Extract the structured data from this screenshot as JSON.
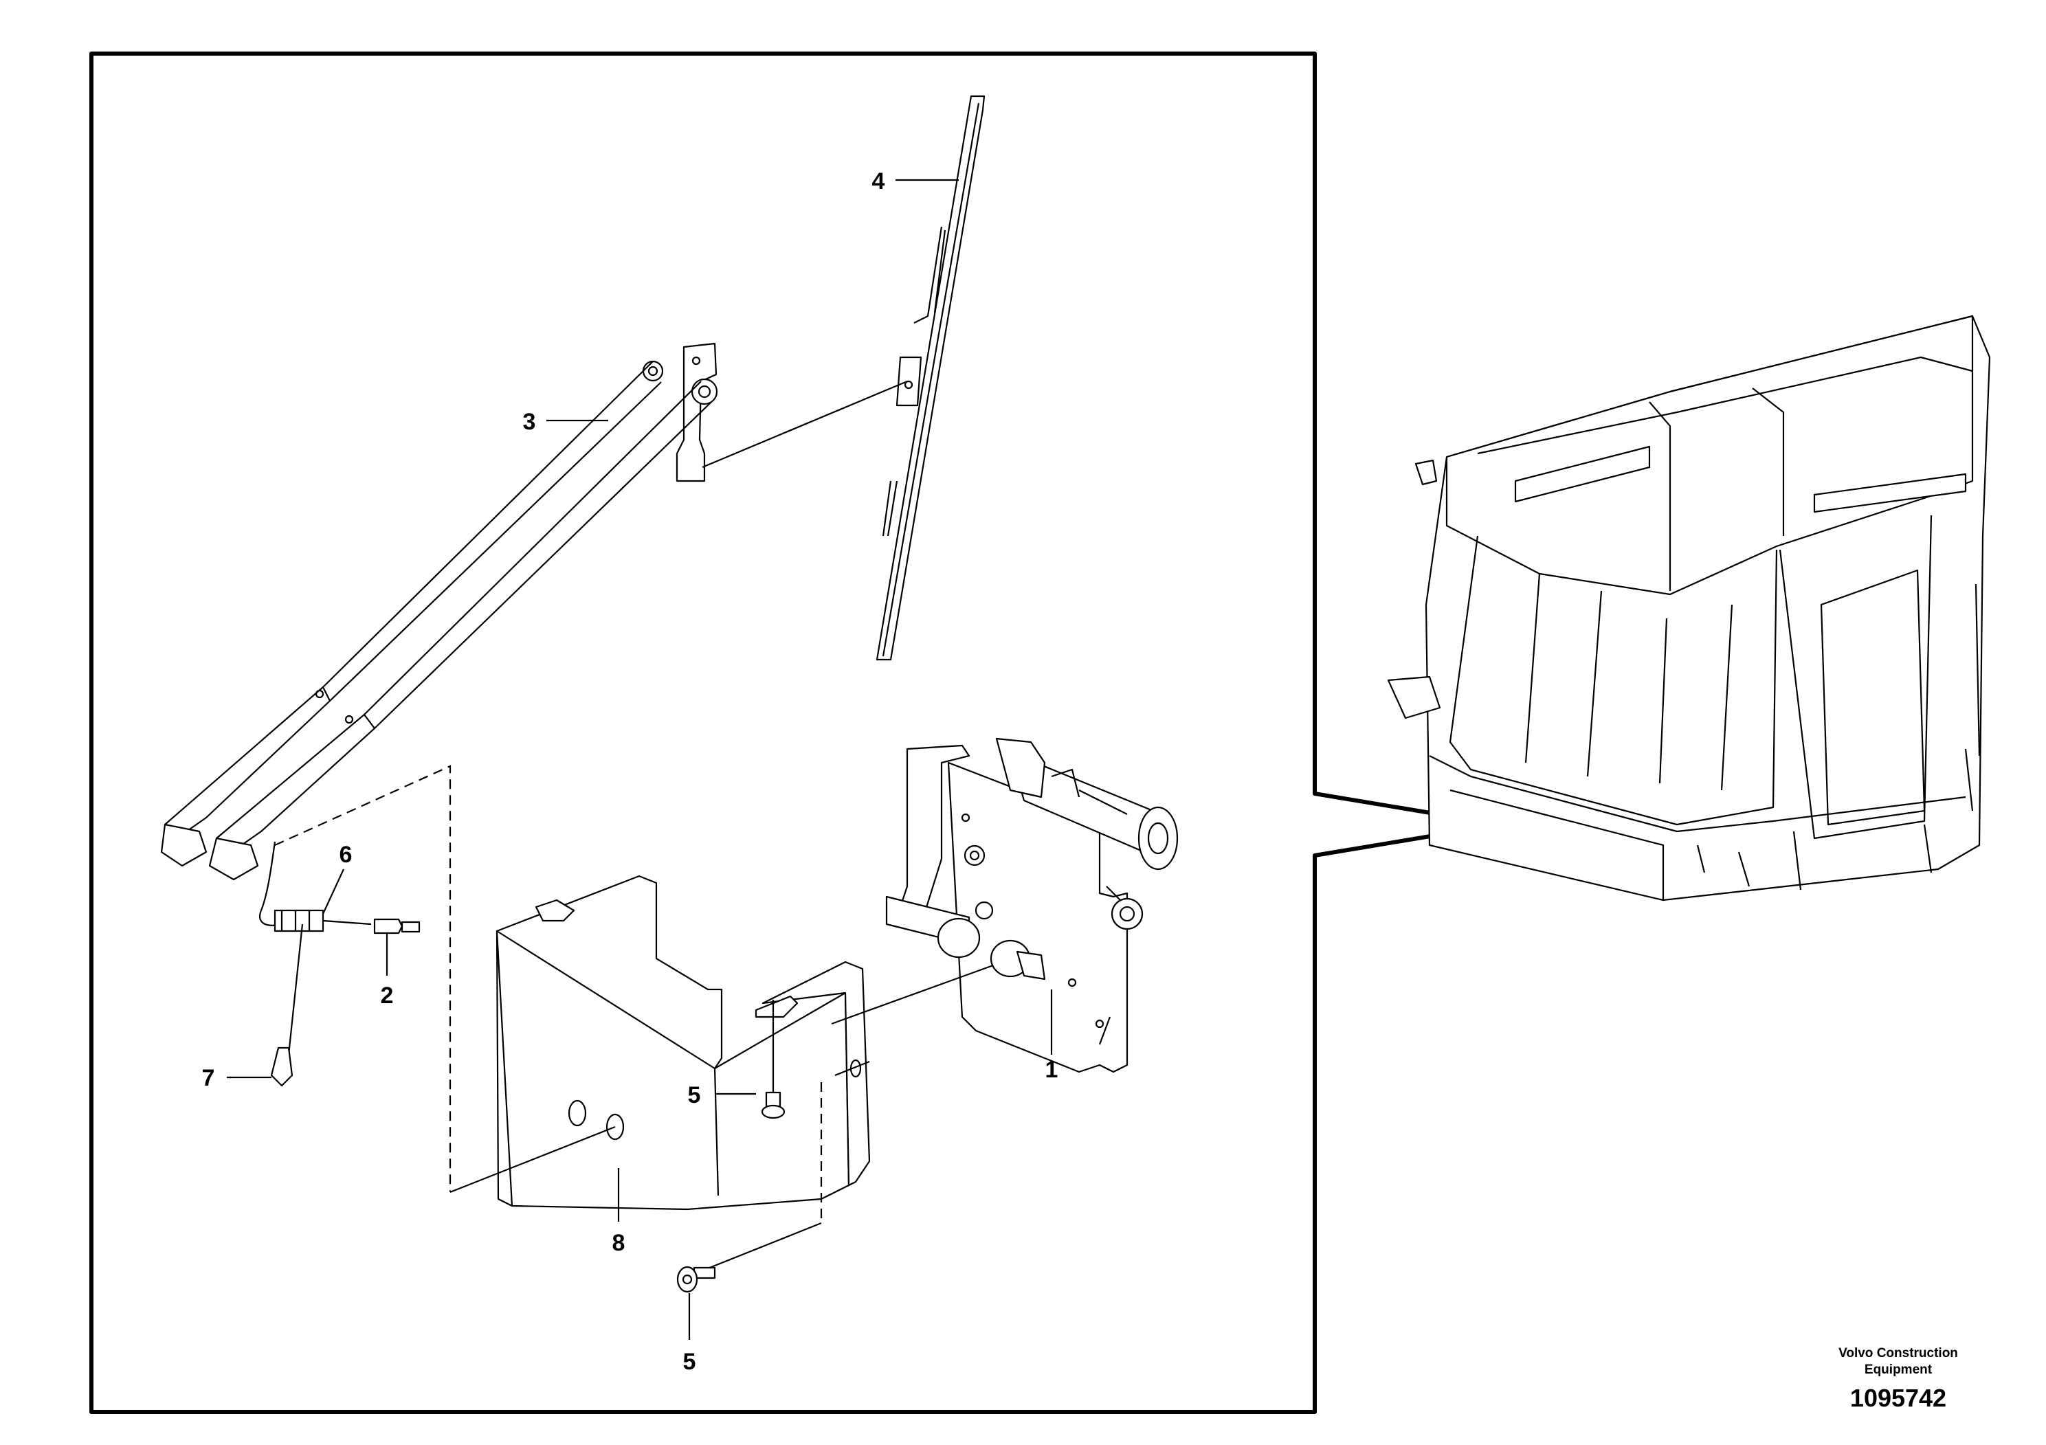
{
  "callouts": {
    "c1": "1",
    "c2": "2",
    "c3": "3",
    "c4": "4",
    "c5a": "5",
    "c5b": "5",
    "c6": "6",
    "c7": "7",
    "c8": "8"
  },
  "footer": {
    "brand_line1": "Volvo Construction",
    "brand_line2": "Equipment",
    "drawing_number": "1095742"
  }
}
